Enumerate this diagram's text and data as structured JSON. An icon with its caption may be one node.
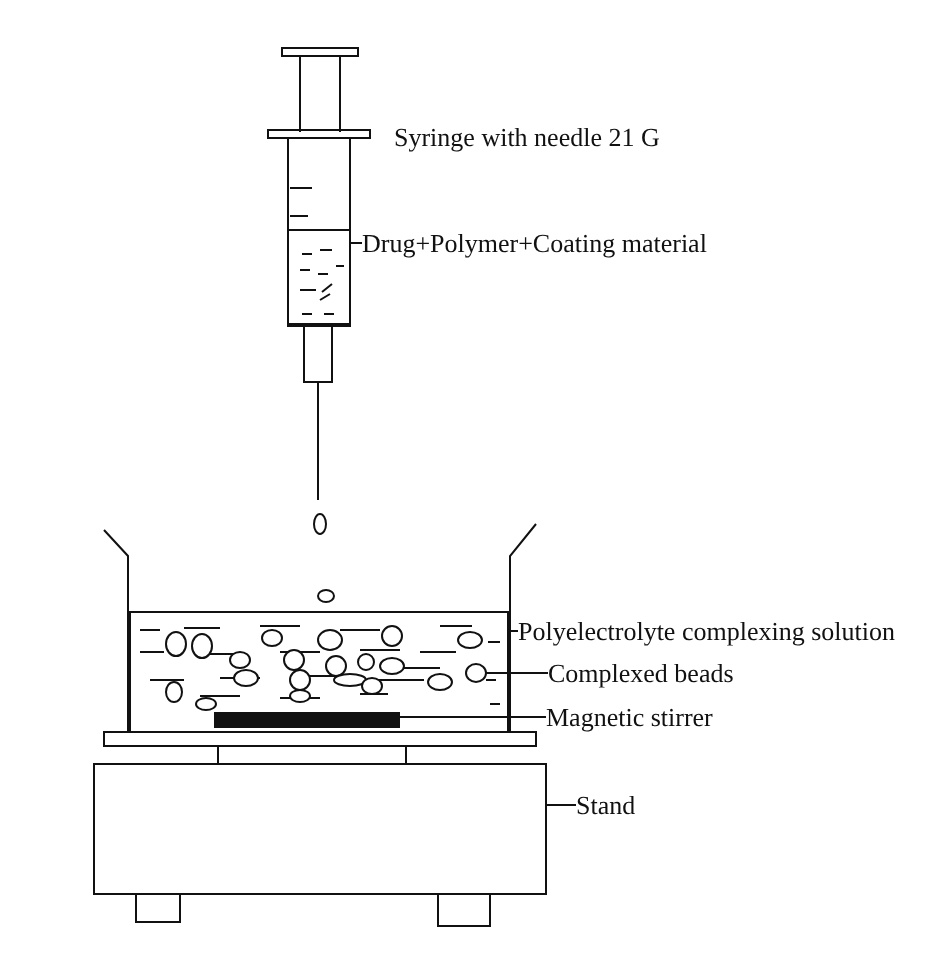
{
  "diagram": {
    "nodes": [
      {
        "text": [
          "Drug+Polymer+Coating material"
        ]
      },
      {
        "text": [],
        "shape": "box"
      },
      {
        "text": [
          "Polyelectrolyte complexing solution"
        ]
      },
      {
        "text": [],
        "shape": "box"
      },
      {
        "text": [
          "Complexed beads"
        ]
      },
      {
        "text": [],
        "shape": "circle",
        "in": 3
      },
      {
        "text": [
          "Magnetic stirrer"
        ]
      },
      {
        "text": [],
        "shape": "bar",
        "in": 3
      },
      {
        "text": [
          "Stand"
        ]
      },
      {
        "text": [],
        "shape": "box"
      }
    ],
    "edges": [
      {
        "from": 0,
        "to": 1,
        "arrow": "none"
      },
      {
        "from": 2,
        "to": 3,
        "arrow": "none"
      },
      {
        "from": 4,
        "to": 5,
        "arrow": "none"
      },
      {
        "from": 6,
        "to": 7,
        "arrow": "none"
      },
      {
        "from": 8,
        "to": 9,
        "arrow": "none"
      }
    ],
    "labels": [
      "Syringe with needle 21 G"
    ]
  }
}
